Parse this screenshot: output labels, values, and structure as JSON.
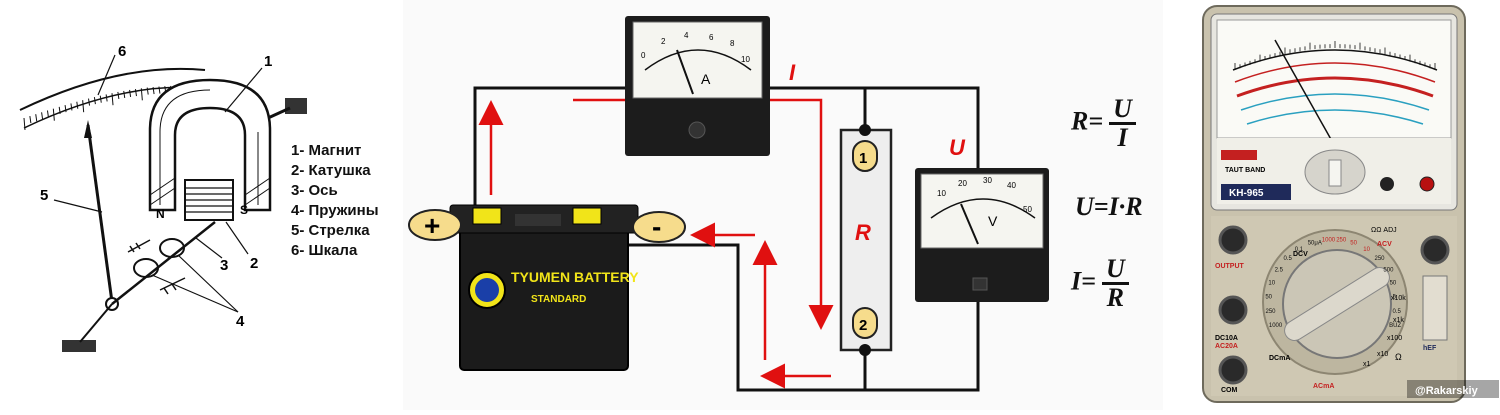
{
  "left": {
    "legend": [
      "1- Магнит",
      "2- Катушка",
      "3- Ось",
      "4- Пружины",
      "5- Стрелка",
      "6- Шкала"
    ],
    "callouts": [
      "1",
      "2",
      "3",
      "4",
      "5",
      "6"
    ],
    "pole_n": "N",
    "pole_s": "S"
  },
  "middle": {
    "current_symbol": "I",
    "voltage_symbol": "U",
    "resistor_symbol": "R",
    "node_1": "1",
    "node_2": "2",
    "plus_terminal": "+",
    "minus_terminal": "-",
    "ammeter_unit": "A",
    "voltmeter_unit": "V",
    "ammeter_scale": [
      "0",
      "2",
      "4",
      "6",
      "8",
      "10"
    ],
    "voltmeter_scale": [
      "10",
      "20",
      "30",
      "40",
      "50"
    ],
    "battery_brand": "TYUMEN BATTERY",
    "battery_sub": "STANDARD"
  },
  "formulas": {
    "f1_left": "R=",
    "f1_num": "U",
    "f1_den": "I",
    "f2": "U=I·R",
    "f3_left": "I=",
    "f3_num": "U",
    "f3_den": "R"
  },
  "multimeter": {
    "brand": "TAUT BAND",
    "model": "KH-965",
    "labels": {
      "output": "OUTPUT",
      "dcv": "DCV",
      "dc10a": "DC10A",
      "ac20a": "AC20A",
      "dcma": "DCmA",
      "acma": "ACmA",
      "acv": "ACV",
      "com": "COM",
      "hfe": "hEF",
      "ohm_adj": "ΩΩ ADJ",
      "x10k": "x10k",
      "x1k": "x1k",
      "x100": "x100",
      "x10": "x10",
      "x1": "x1",
      "ohm": "Ω"
    },
    "dial_numbers": [
      "1000",
      "250",
      "50",
      "10",
      "2.5",
      "0.5",
      "0.1",
      "50μA",
      "1000",
      "250",
      "50",
      "10",
      "250",
      "500",
      "50",
      "5",
      "0.5",
      "BUZ"
    ],
    "watermark": "@Rakarskiy"
  },
  "colors": {
    "wire": "#111111",
    "arrow": "#e01010",
    "terminal_fill": "#f6dc8c",
    "battery_body": "#1b1b1b",
    "battery_top": "#f1e419",
    "multimeter_body": "#c9c2ad"
  }
}
